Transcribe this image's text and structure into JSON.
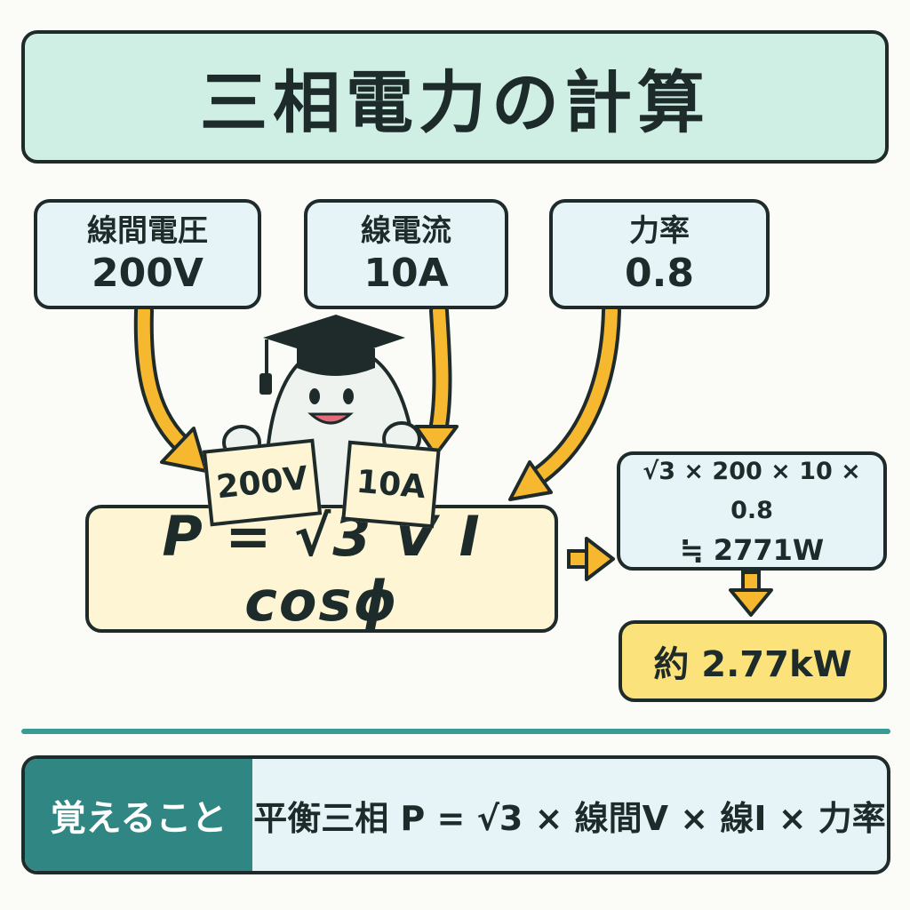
{
  "title": "三相電力の計算",
  "inputs": [
    {
      "label": "線間電圧",
      "value": "200V"
    },
    {
      "label": "線電流",
      "value": "10A"
    },
    {
      "label": "力率",
      "value": "0.8"
    }
  ],
  "character": {
    "sign_left": "200V",
    "sign_right": "10A"
  },
  "formula": "P = √3 V I cosϕ",
  "calculation": {
    "expression": "√3 × 200 × 10 × 0.8",
    "result": "≒ 2771W"
  },
  "final_result": "約 2.77kW",
  "memo": {
    "tag": "覚えること",
    "text": "平衡三相 P = √3 × 線間V × 線I × 力率"
  },
  "colors": {
    "arrow": "#f5b82e",
    "teal": "#2f8682",
    "title_bg": "#cfeee4",
    "result_bg": "#fbe27a"
  }
}
